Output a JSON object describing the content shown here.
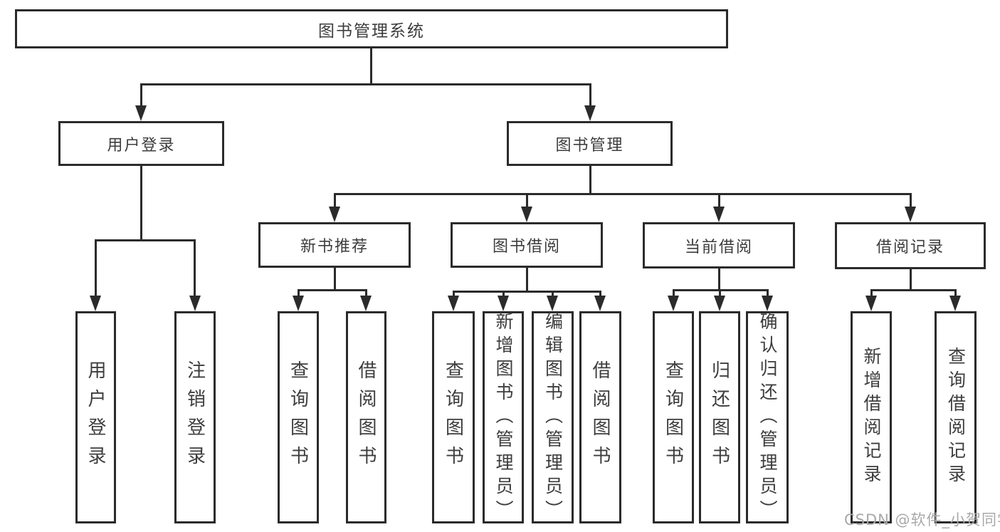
{
  "tree": {
    "root": "图书管理系统",
    "branches": [
      {
        "label": "用户登录",
        "children": [
          "用户登录",
          "注销登录"
        ]
      },
      {
        "label": "图书管理",
        "children": [
          {
            "label": "新书推荐",
            "children": [
              "查询图书",
              "借阅图书"
            ]
          },
          {
            "label": "图书借阅",
            "children": [
              "查询图书",
              "新增图书（管理员）",
              "编辑图书（管理员）",
              "借阅图书"
            ]
          },
          {
            "label": "当前借阅",
            "children": [
              "查询图书",
              "归还图书",
              "确认归还（管理员）"
            ]
          },
          {
            "label": "借阅记录",
            "children": [
              "新增借阅记录",
              "查询借阅记录"
            ]
          }
        ]
      }
    ]
  },
  "watermark": "CSDN @软件_小贺同学",
  "colors": {
    "line": "#2b2b2b",
    "text": "#3d3d3d",
    "background": "#ffffff",
    "watermark": "#a9a9a9"
  }
}
